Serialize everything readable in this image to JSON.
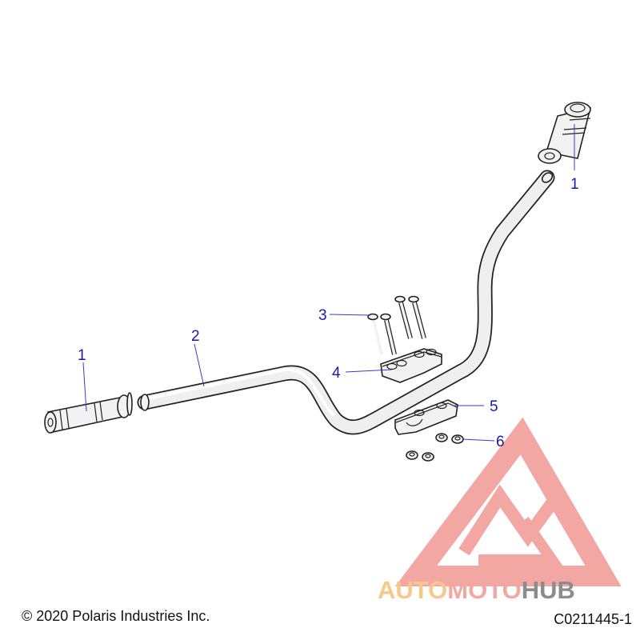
{
  "callouts": [
    {
      "id": "grip-right",
      "label": "1"
    },
    {
      "id": "handlebar",
      "label": "2"
    },
    {
      "id": "bolts",
      "label": "3"
    },
    {
      "id": "upper-clamp",
      "label": "4"
    },
    {
      "id": "lower-clamp",
      "label": "5"
    },
    {
      "id": "nuts",
      "label": "6"
    },
    {
      "id": "grip-left",
      "label": "1"
    }
  ],
  "footer": {
    "copyright": "© 2020 Polaris Industries Inc.",
    "doc_id": "C0211445-1"
  },
  "watermark": {
    "part1": "AUTO",
    "part2": "MOTO",
    "part3": "HUB",
    "colors": {
      "auto": "#f5c98a",
      "moto": "#f2a7a0",
      "hub": "#8c8c8c",
      "logo": "#ef8a84"
    }
  },
  "colors": {
    "callout": "#1a1aa8",
    "line": "#222222",
    "part_fill": "#f2f2f2"
  }
}
